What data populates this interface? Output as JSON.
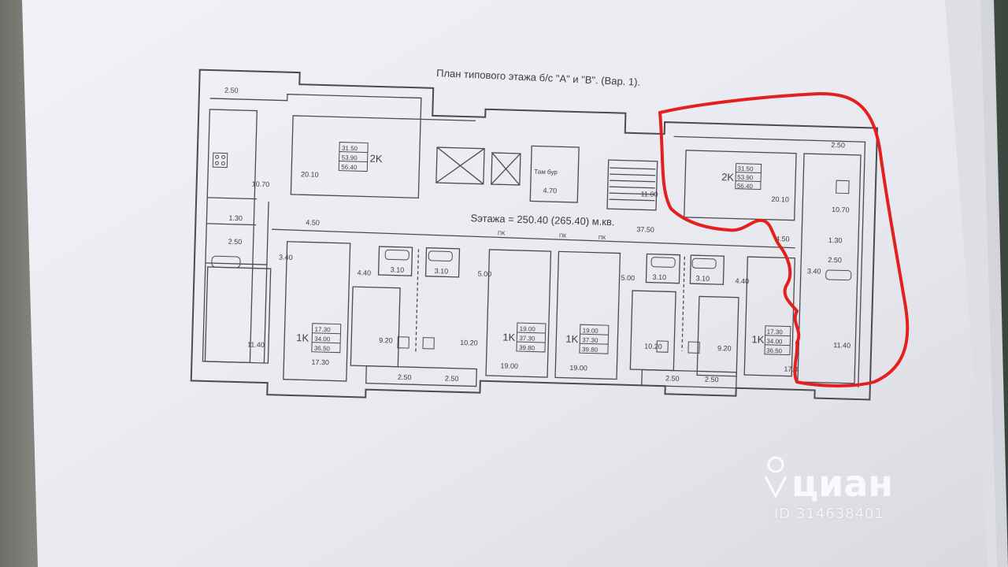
{
  "title": "План типового этажа б/с \"А\" и \"В\". (Вар. 1).",
  "total_area": "Sэтажа = 250.40 (265.40) м.кв.",
  "tambur": "Там бур",
  "apartments": [
    {
      "id": "apt-2k-left",
      "type": "2K",
      "areas": [
        "31.50",
        "53.90",
        "56.40"
      ]
    },
    {
      "id": "apt-1k-a",
      "type": "1K",
      "areas": [
        "17.30",
        "34.00",
        "36.50"
      ]
    },
    {
      "id": "apt-1k-b",
      "type": "1K",
      "areas": [
        "19.00",
        "37.30",
        "39.80"
      ]
    },
    {
      "id": "apt-1k-c",
      "type": "1K",
      "areas": [
        "19.00",
        "37.30",
        "39.80"
      ]
    },
    {
      "id": "apt-1k-d",
      "type": "1K",
      "areas": [
        "17.30",
        "34.00",
        "36.50"
      ]
    },
    {
      "id": "apt-2k-right",
      "type": "2K",
      "areas": [
        "31.50",
        "53.90",
        "56.40"
      ]
    }
  ],
  "room_labels": {
    "l_balcony_top": "2.50",
    "l_kitchen": "10.70",
    "l_bath_a": "1.30",
    "l_bath_b": "2.50",
    "l_hall": "3.40",
    "l_room": "11.40",
    "l_2k_room": "20.10",
    "l_corridor": "4.50",
    "a_hall": "4.40",
    "a_kitchen": "9.20",
    "a_room": "17.30",
    "a_bal": "2.50",
    "c_bath_1": "3.10",
    "c_bath_2": "3.10",
    "c_kitchen_l": "10.20",
    "c_bal": "2.50",
    "b_hall": "5.00",
    "b_room": "19.00",
    "tambur_area": "4.70",
    "c_hall": "5.00",
    "c_room": "19.00",
    "corridor_r": "37.50",
    "d_bath_1": "3.10",
    "d_bath_2": "3.10",
    "d_kitchen": "10.20",
    "d_bal_1": "2.50",
    "d_bal_2": "2.50",
    "e_hall": "4.40",
    "e_kitchen": "9.20",
    "e_room": "17.3",
    "stair": "11.00",
    "r_2k_room": "20.10",
    "r_balcony_top": "2.50",
    "r_kitchen": "10.70",
    "r_bath_a": "1.30",
    "r_bath_b": "2.50",
    "r_hall": "3.40",
    "r_room": "11.40",
    "r_corr": "4.50",
    "pk1": "ПК",
    "pk2": "ПК",
    "pk3": "ПК"
  },
  "watermark": {
    "brand": "циан",
    "id_text": "ID 314638401"
  },
  "colors": {
    "paper": "#ecedf3",
    "ink": "#3c3d42",
    "highlight": "#e3201f"
  }
}
